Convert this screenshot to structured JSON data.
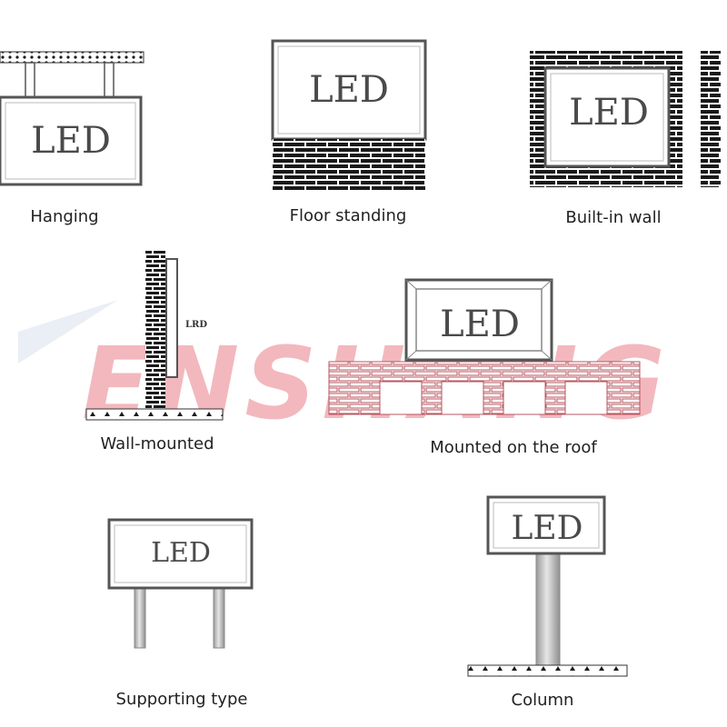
{
  "watermark": {
    "text": "ENSHANG",
    "color": "#f2b8bd"
  },
  "panel_text": "LED",
  "small_panel_text": "LRD",
  "captions": {
    "hanging": "Hanging",
    "floor_standing": "Floor standing",
    "built_in_wall": "Built-in wall",
    "wall_mounted": "Wall-mounted",
    "roof": "Mounted on the roof",
    "supporting": "Supporting type",
    "column": "Column"
  },
  "colors": {
    "line": "#555555",
    "brick": "#222222",
    "roof_brick": "#b8555f",
    "pole": "#bfbfbf"
  }
}
